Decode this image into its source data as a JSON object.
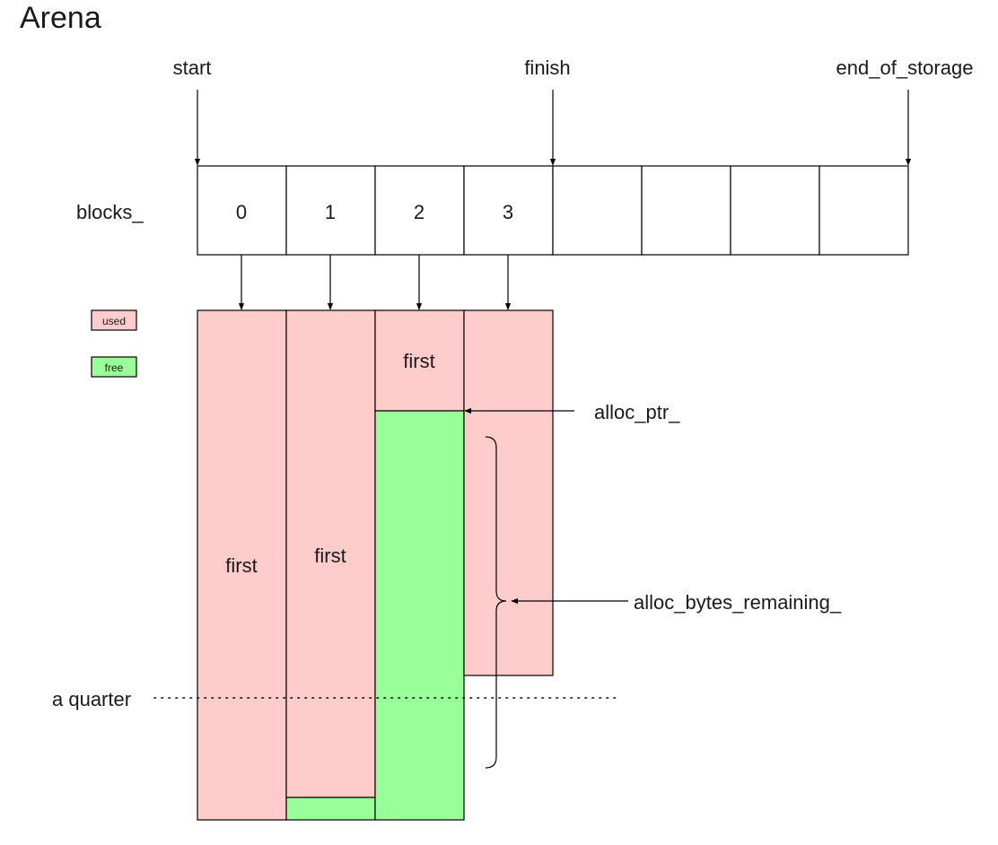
{
  "title": "Arena",
  "pointers": {
    "start": "start",
    "finish": "finish",
    "end_of_storage": "end_of_storage"
  },
  "blocks_label": "blocks_",
  "block_indices": [
    "0",
    "1",
    "2",
    "3",
    "",
    "",
    "",
    ""
  ],
  "block_labels": [
    "first",
    "first",
    "first",
    ""
  ],
  "legend": {
    "used": "used",
    "free": "free",
    "used_color": "#ffcccc",
    "free_color": "#99ff99"
  },
  "annotations": {
    "alloc_ptr": "alloc_ptr_",
    "alloc_bytes_remaining": "alloc_bytes_remaining_",
    "quarter": "a quarter"
  }
}
